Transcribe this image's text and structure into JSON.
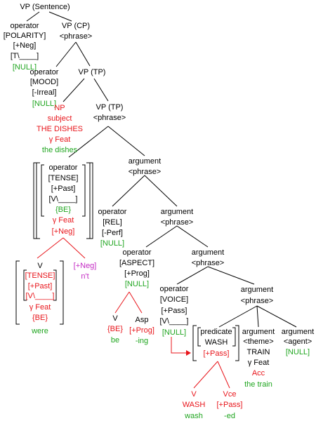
{
  "colors": {
    "black": "#000000",
    "red": "#e8151b",
    "green": "#1fa51f",
    "magenta": "#c42bc4"
  },
  "root": {
    "line1": "VP (Sentence)"
  },
  "polarity": {
    "line1": "operator",
    "line2": "[POLARITY]",
    "line3": "[+Neg]",
    "line4": "[T\\____]",
    "line5": "[NULL]"
  },
  "cp": {
    "line1": "VP (CP)",
    "line2": "<phrase>"
  },
  "mood": {
    "line1": "operator",
    "line2": "[MOOD]",
    "line3": "[-Irreal]",
    "line4": "[NULL]"
  },
  "tp1": {
    "line1": "VP (TP)"
  },
  "np": {
    "line1": "NP",
    "line2": "subject",
    "line3": "THE DISHES",
    "line4": "γ Feat",
    "line5": "the dishes"
  },
  "tp2": {
    "line1": "VP (TP)",
    "line2": "<phrase>"
  },
  "tense_box": {
    "line1": "operator",
    "line2": "[TENSE]",
    "line3": "[+Past]",
    "line4": "[V\\____]",
    "line5": "{BE}",
    "line6": "γ Feat",
    "line7": "[+Neg]"
  },
  "arg1": {
    "line1": "argument",
    "line2": "<phrase>"
  },
  "v_were": {
    "line1": "V",
    "line2": "[TENSE]",
    "line3": "[+Past]",
    "line4": "[V\\____]",
    "line5": "γ Feat",
    "line6": "{BE}",
    "line7": "were"
  },
  "neg_nt": {
    "line1": "[+Neg]",
    "line2": "n't"
  },
  "rel": {
    "line1": "operator",
    "line2": "[REL]",
    "line3": "[-Perf]",
    "line4": "[NULL]"
  },
  "arg2": {
    "line1": "argument",
    "line2": "<phrase>"
  },
  "aspect": {
    "line1": "operator",
    "line2": "[ASPECT]",
    "line3": "[+Prog]",
    "line4": "[NULL]"
  },
  "arg3": {
    "line1": "argument",
    "line2": "<phrase>"
  },
  "v_be": {
    "line1": "V",
    "line2": "{BE}",
    "line3": "be"
  },
  "asp_ing": {
    "line1": "Asp",
    "line2": "[+Prog]",
    "line3": "-ing"
  },
  "voice": {
    "line1": "operator",
    "line2": "[VOICE]",
    "line3": "[+Pass]",
    "line4": "[V\\____]",
    "line5": "[NULL]"
  },
  "arg4": {
    "line1": "argument",
    "line2": "<phrase>"
  },
  "predicate_box": {
    "line1": "predicate",
    "line2": "WASH",
    "line3": "[+Pass]"
  },
  "theme": {
    "line1": "argument",
    "line2": "<theme>",
    "line3": "TRAIN",
    "line4": "γ Feat",
    "line5": "Acc",
    "line6": "the train"
  },
  "agent": {
    "line1": "argument",
    "line2": "<agent>",
    "line3": "[NULL]"
  },
  "v_wash": {
    "line1": "V",
    "line2": "WASH",
    "line3": "wash"
  },
  "vce_ed": {
    "line1": "Vce",
    "line2": "[+Pass]",
    "line3": "-ed"
  }
}
